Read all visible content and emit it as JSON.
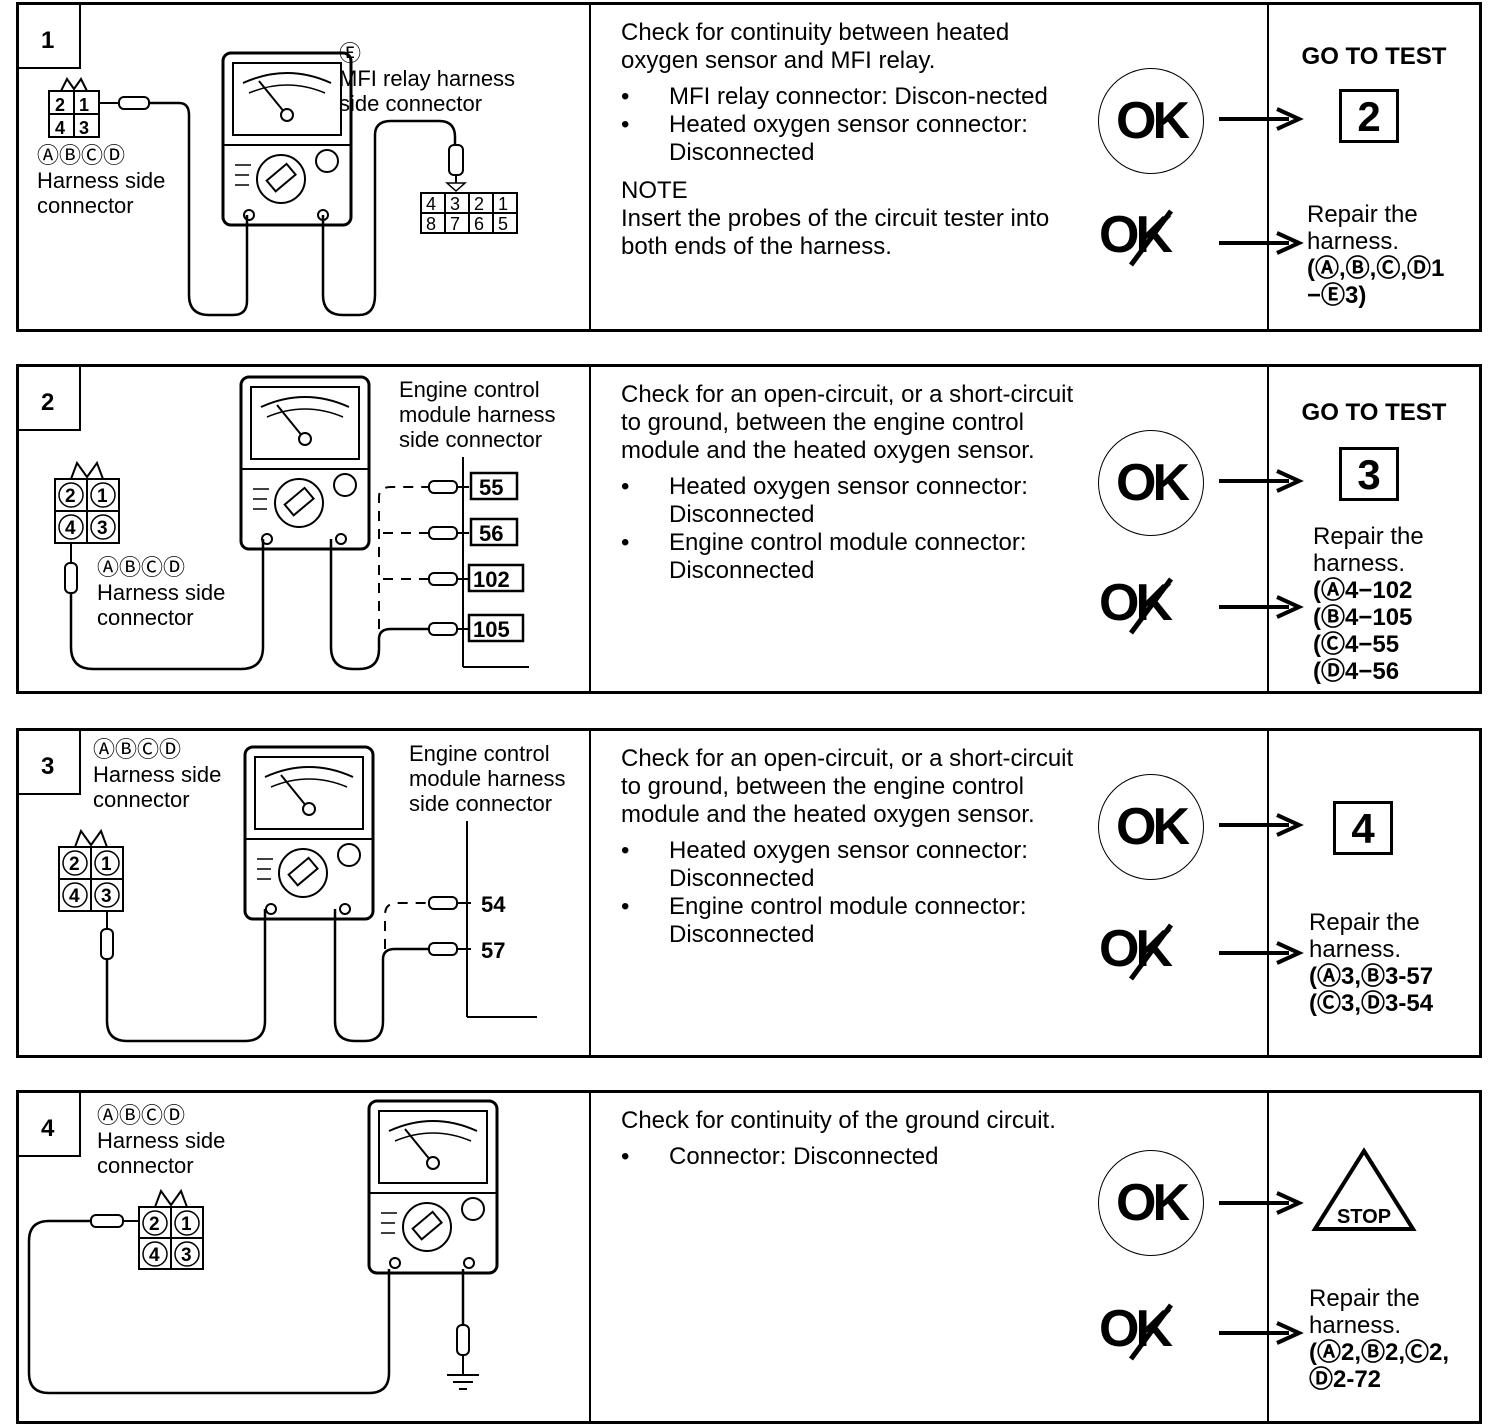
{
  "steps": [
    {
      "number": "1",
      "labels": {
        "connector_e_title": "Ⓔ\nMFI relay harness\nside connector",
        "harness_side": "ⒶⒷⒸⒹ\nHarness side\nconnector",
        "pins_left": [
          "2",
          "1",
          "4",
          "3"
        ],
        "pins_right_top": [
          "4",
          "3",
          "2",
          "1"
        ],
        "pins_right_bottom": [
          "8",
          "7",
          "6",
          "5"
        ]
      },
      "intro": "Check for continuity between heated oxygen sensor and MFI relay.",
      "bullets": [
        "MFI relay connector: Discon-nected",
        "Heated oxygen sensor connector: Disconnected"
      ],
      "note_title": "NOTE",
      "note": "Insert the probes of the circuit tester into both ends of the harness.",
      "ok_label": "OK",
      "ng_label": "OK",
      "goto_label": "GO TO TEST",
      "goto_number": "2",
      "repair_text": "Repair the harness.",
      "repair_codes": "(Ⓐ,Ⓑ,Ⓒ,Ⓓ1\n−Ⓔ3)"
    },
    {
      "number": "2",
      "labels": {
        "ecm_title": "Engine control\nmodule harness\nside connector",
        "harness_side": "ⒶⒷⒸⒹ\nHarness side\nconnector",
        "pins_left": [
          "2",
          "1",
          "4",
          "3"
        ],
        "terminals": [
          "55",
          "56",
          "102",
          "105"
        ]
      },
      "intro": "Check for an open-circuit, or a short-circuit to ground, between the engine control module and the heated oxygen sensor.",
      "bullets": [
        "Heated oxygen sensor connector: Disconnected",
        "Engine control module connector: Disconnected"
      ],
      "ok_label": "OK",
      "ng_label": "OK",
      "goto_label": "GO TO TEST",
      "goto_number": "3",
      "repair_text": "Repair the harness.",
      "repair_codes": "(Ⓐ4−102\n(Ⓑ4−105\n(Ⓒ4−55\n(Ⓓ4−56"
    },
    {
      "number": "3",
      "labels": {
        "ecm_title": "Engine control\nmodule harness\nside connector",
        "harness_side": "ⒶⒷⒸⒹ\nHarness side\nconnector",
        "pins_left": [
          "2",
          "1",
          "4",
          "3"
        ],
        "terminals": [
          "54",
          "57"
        ]
      },
      "intro": "Check for an open-circuit, or a short-circuit to ground, between the engine control module and the heated oxygen sensor.",
      "bullets": [
        "Heated oxygen sensor connector: Disconnected",
        "Engine control module connector: Disconnected"
      ],
      "ok_label": "OK",
      "ng_label": "OK",
      "goto_number": "4",
      "repair_text": "Repair the harness.",
      "repair_codes": "(Ⓐ3,Ⓑ3-57\n(Ⓒ3,Ⓓ3-54"
    },
    {
      "number": "4",
      "labels": {
        "harness_side": "ⒶⒷⒸⒹ\nHarness side\nconnector",
        "pins_left": [
          "2",
          "1",
          "4",
          "3"
        ]
      },
      "intro": "Check for continuity of the ground circuit.",
      "bullets": [
        "Connector: Disconnected"
      ],
      "ok_label": "OK",
      "ng_label": "OK",
      "stop_label": "STOP",
      "repair_text": "Repair the harness.",
      "repair_codes": "(Ⓐ2,Ⓑ2,Ⓒ2,\nⒹ2-72"
    }
  ]
}
